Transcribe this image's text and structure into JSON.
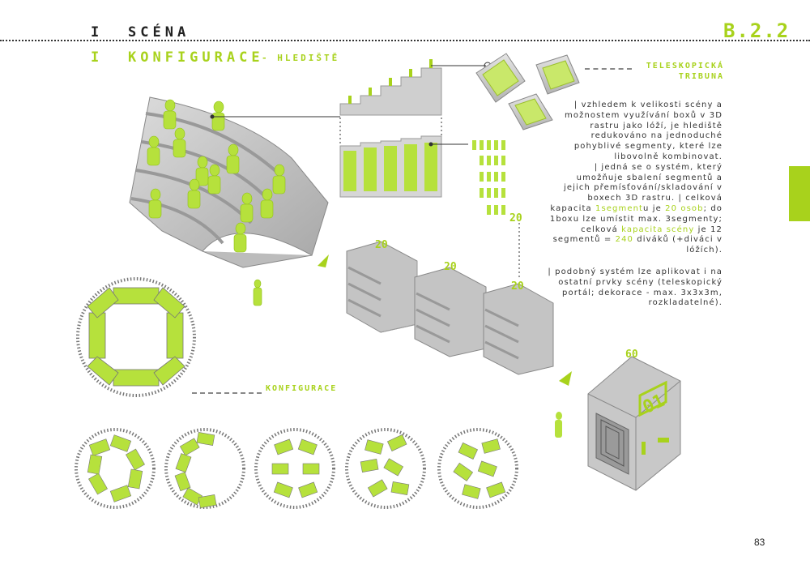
{
  "header": {
    "section_marker": "I",
    "section_title": "SCÉNA",
    "sub_marker": "I",
    "sub_title": "KONFIGURACE",
    "sub_suffix": "- HLEDIŠTĚ",
    "code": "B.2.2"
  },
  "tribune_label": {
    "line1": "TELESKOPICKÁ",
    "line2": "TRIBUNA"
  },
  "config_label": "KONFIGURACE",
  "description": {
    "p1": "| vzhledem k velikosti scény a možnostem využívání boxů v 3D rastru jako lóží, je hlediště redukováno na jednoduché pohyblivé segmenty, které lze libovolně kombinovat.",
    "p2_a": "| jedná se o systém, který umožňuje sbalení segmentů a jejich přemísťování/skladování v boxech 3D rastru.",
    "p2_b1": "| celková kapacita ",
    "p2_hl1": "1segment",
    "p2_b2": "u je ",
    "p2_hl2": "20 osob",
    "p2_b3": "; do 1boxu lze umístit max. 3segmenty; celková ",
    "p2_hl3": "kapacita scény",
    "p2_b4": " je 12 segmentů = ",
    "p2_hl4": "240",
    "p2_b5": " diváků (+diváci v lóžích).",
    "p3": "| podobný systém lze aplikovat i na ostatní prvky scény (teleskopický portál; dekorace - max. 3x3x3m, rozkladatelné)."
  },
  "numbers": {
    "people_group": "20",
    "box1": "20",
    "box2": "20",
    "box3": "20",
    "cube": "60",
    "cube_label": "01"
  },
  "page_number": "83",
  "colors": {
    "accent": "#a8d21c",
    "gray": "#c9c9c9",
    "dark": "#333333"
  }
}
